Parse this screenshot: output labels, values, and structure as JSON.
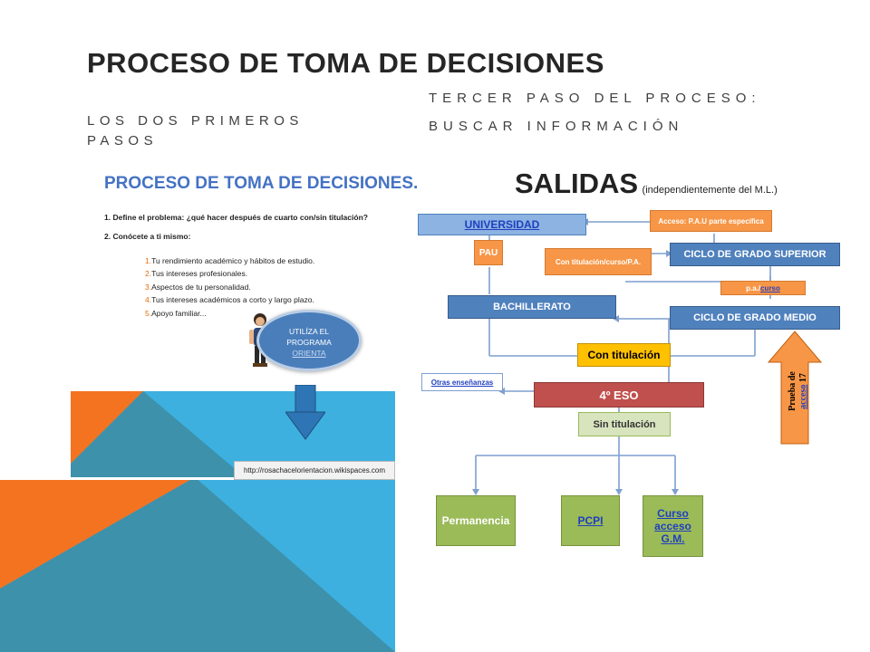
{
  "slide": {
    "title": "PROCESO DE TOMA DE DECISIONES",
    "left_subtitle": "LOS DOS PRIMEROS PASOS",
    "right_subtitle_1": "TERCER PASO DEL PROCESO:",
    "right_subtitle_2": "BUSCAR INFORMACIÓN"
  },
  "left_image": {
    "title": "PROCESO DE TOMA DE DECISIONES.",
    "step1": "1.   Define el problema: ¿qué hacer después de cuarto con/sin titulación?",
    "step2": "2.   Conócete a ti mismo:",
    "items": [
      {
        "n": "1.",
        "text": "Tu rendimiento académico y hábitos de estudio."
      },
      {
        "n": "2.",
        "text": "Tus intereses profesionales."
      },
      {
        "n": "3.",
        "text": "Aspectos de tu personalidad."
      },
      {
        "n": "4.",
        "text": "Tus intereses académicos a corto y largo plazo."
      },
      {
        "n": "5.",
        "text": "Apoyo familiar..."
      }
    ],
    "bubble_line1": "UTILÍZA EL",
    "bubble_line2": "PROGRAMA",
    "bubble_link": "ORIENTA",
    "url": "http://rosachacelorientacion.wikispaces.com"
  },
  "flowchart": {
    "title": "SALIDAS",
    "title_note": "(independientemente del M.L.)",
    "universidad": "UNIVERSIDAD",
    "acceso_pau": "Acceso: P.A.U parte específica",
    "pau": "PAU",
    "con_titulacion_curso": "Con titulación/curso/P.A.",
    "ciclo_superior": "CICLO DE GRADO SUPERIOR",
    "pa_prefix": "p.a./",
    "pa_link": "curso",
    "bachillerato": "BACHILLERATO",
    "ciclo_medio": "CICLO DE GRADO MEDIO",
    "con_titulacion": "Con titulación",
    "otras": "Otras enseñanzas",
    "eso": "4º ESO",
    "sin_titulacion": "Sin titulación",
    "prueba": "Prueba de",
    "prueba_link": "acceso",
    "prueba_num": "17",
    "permanencia": "Permanencia",
    "pcpi": "PCPI",
    "curso_line1": "Curso",
    "curso_line2": "acceso",
    "curso_line3": "G.M."
  },
  "colors": {
    "orange": "#f47321",
    "sky": "#3db0e0",
    "teal": "#3d91ab",
    "title": "#262626"
  }
}
